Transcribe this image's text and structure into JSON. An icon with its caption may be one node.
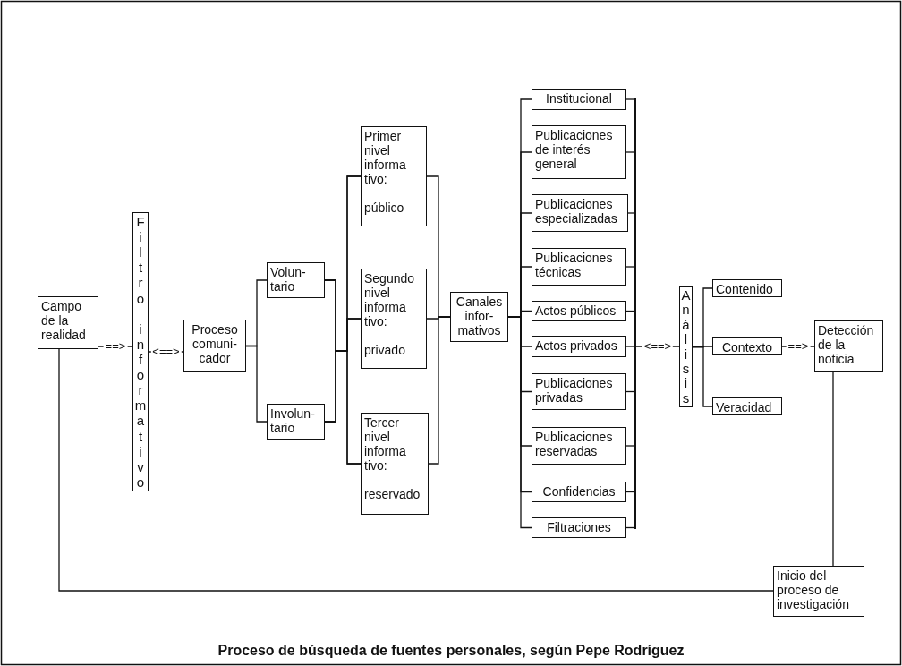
{
  "diagram": {
    "caption": "Proceso de búsqueda de fuentes personales, según Pepe Rodríguez",
    "nodes": [
      {
        "text": [
          "Campo de la realidad"
        ]
      },
      {
        "text": [
          "Filtro informativo"
        ]
      },
      {
        "text": [
          "Proceso comuni- cador"
        ]
      },
      {
        "text": [
          "Volun- tario"
        ]
      },
      {
        "text": [
          "Involun- tario"
        ]
      },
      {
        "text": [
          "Primer nivel informa tivo:",
          "público"
        ]
      },
      {
        "text": [
          "Segundo nivel informa tivo:",
          "privado"
        ]
      },
      {
        "text": [
          "Tercer nivel informa tivo:",
          "reservado"
        ]
      },
      {
        "text": [
          "Canales infor- mativos"
        ]
      },
      {
        "text": [
          "Institucional"
        ]
      },
      {
        "text": [
          "Publicaciones de interés general"
        ]
      },
      {
        "text": [
          "Publicaciones especializadas"
        ]
      },
      {
        "text": [
          "Publicaciones técnicas"
        ]
      },
      {
        "text": [
          "Actos públicos"
        ]
      },
      {
        "text": [
          "Actos privados"
        ]
      },
      {
        "text": [
          "Publicaciones privadas"
        ]
      },
      {
        "text": [
          "Publicaciones reservadas"
        ]
      },
      {
        "text": [
          "Confidencias"
        ]
      },
      {
        "text": [
          "Filtraciones"
        ]
      },
      {
        "text": [
          "Análisis"
        ]
      },
      {
        "text": [
          "Contenido"
        ]
      },
      {
        "text": [
          "Contexto"
        ]
      },
      {
        "text": [
          "Veracidad"
        ]
      },
      {
        "text": [
          "Detección de la noticia"
        ]
      },
      {
        "text": [
          "Inicio del proceso de investigación"
        ]
      },
      {
        "text": [],
        "shape": "bar"
      }
    ],
    "edges": [
      {
        "from": 2,
        "to": 3,
        "arrow": "none"
      },
      {
        "from": 2,
        "to": 4,
        "arrow": "none"
      },
      {
        "from": 3,
        "to": 5,
        "arrow": "none"
      },
      {
        "from": 3,
        "to": 6,
        "arrow": "none"
      },
      {
        "from": 3,
        "to": 7,
        "arrow": "none"
      },
      {
        "from": 4,
        "to": 5,
        "arrow": "none"
      },
      {
        "from": 4,
        "to": 6,
        "arrow": "none"
      },
      {
        "from": 4,
        "to": 7,
        "arrow": "none"
      },
      {
        "from": 5,
        "to": 8,
        "arrow": "none"
      },
      {
        "from": 6,
        "to": 8,
        "arrow": "none"
      },
      {
        "from": 7,
        "to": 8,
        "arrow": "none"
      },
      {
        "from": 8,
        "to": 9,
        "arrow": "none"
      },
      {
        "from": 8,
        "to": 10,
        "arrow": "none"
      },
      {
        "from": 8,
        "to": 11,
        "arrow": "none"
      },
      {
        "from": 8,
        "to": 12,
        "arrow": "none"
      },
      {
        "from": 8,
        "to": 13,
        "arrow": "none"
      },
      {
        "from": 8,
        "to": 14,
        "arrow": "none"
      },
      {
        "from": 8,
        "to": 15,
        "arrow": "none"
      },
      {
        "from": 8,
        "to": 16,
        "arrow": "none"
      },
      {
        "from": 8,
        "to": 17,
        "arrow": "none"
      },
      {
        "from": 8,
        "to": 18,
        "arrow": "none"
      },
      {
        "from": 19,
        "to": 20,
        "arrow": "none"
      },
      {
        "from": 19,
        "to": 21,
        "arrow": "none"
      },
      {
        "from": 19,
        "to": 22,
        "arrow": "none"
      },
      {
        "from": 0,
        "to": 24,
        "arrow": "none"
      },
      {
        "from": 23,
        "to": 24,
        "arrow": "none"
      },
      {
        "from": 9,
        "to": 25,
        "arrow": "none"
      },
      {
        "from": 10,
        "to": 25,
        "arrow": "none"
      },
      {
        "from": 11,
        "to": 25,
        "arrow": "none"
      },
      {
        "from": 12,
        "to": 25,
        "arrow": "none"
      },
      {
        "from": 13,
        "to": 25,
        "arrow": "none"
      },
      {
        "from": 14,
        "to": 25,
        "arrow": "none"
      },
      {
        "from": 15,
        "to": 25,
        "arrow": "none"
      },
      {
        "from": 16,
        "to": 25,
        "arrow": "none"
      },
      {
        "from": 17,
        "to": 25,
        "arrow": "none"
      },
      {
        "from": 18,
        "to": 25,
        "arrow": "none"
      },
      {
        "from": 0,
        "to": 1,
        "arrow": "none",
        "label": "==>"
      },
      {
        "from": 1,
        "to": 2,
        "arrow": "none",
        "label": "<==>"
      },
      {
        "from": 25,
        "to": 19,
        "arrow": "none",
        "label": "<==>"
      },
      {
        "from": 21,
        "to": 23,
        "arrow": "none",
        "label": "==>"
      }
    ]
  }
}
